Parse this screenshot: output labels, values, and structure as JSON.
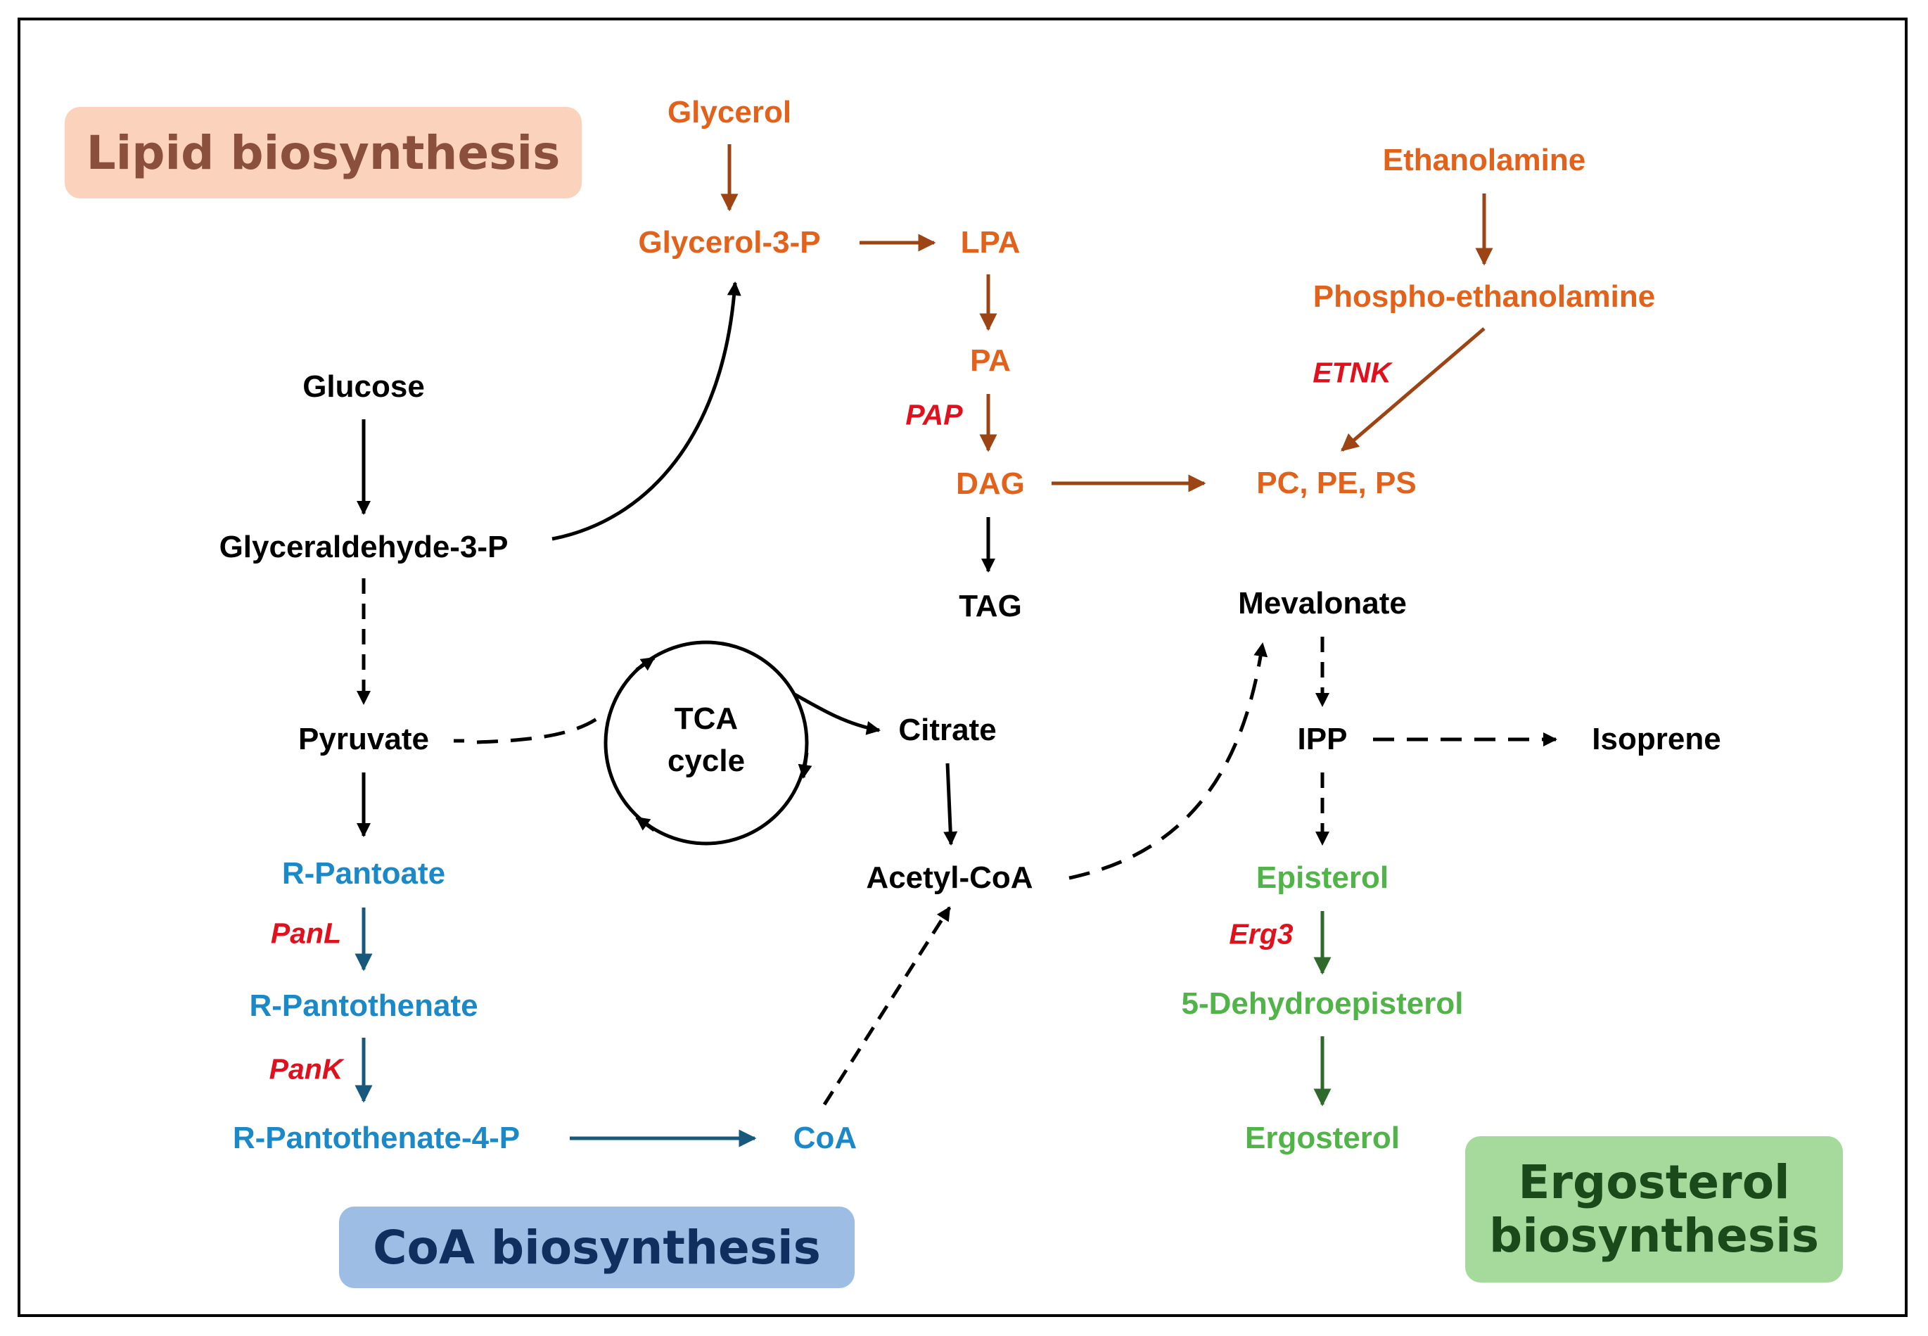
{
  "colors": {
    "lipid_text": "#e2611b",
    "lipid_arrow": "#9c4413",
    "coa_text": "#1b88c8",
    "coa_arrow": "#17587d",
    "ergo_text": "#50b448",
    "ergo_arrow": "#2f6a2c",
    "enzyme": "#e0101c",
    "core": "#000000",
    "lipid_box_bg": "#fbd3bc",
    "lipid_box_text": "#8a4f3d",
    "coa_box_bg": "#9dbde4",
    "coa_box_text": "#102f5e",
    "ergo_box_bg": "#a6d99c",
    "ergo_box_text": "#1a4a1a"
  },
  "boxes": {
    "lipid": "Lipid biosynthesis",
    "coa": "CoA biosynthesis",
    "ergo_line1": "Ergosterol",
    "ergo_line2": "biosynthesis"
  },
  "nodes": {
    "glycerol": "Glycerol",
    "glycerol3p": "Glycerol-3-P",
    "lpa": "LPA",
    "pa": "PA",
    "dag": "DAG",
    "tag": "TAG",
    "ethanolamine": "Ethanolamine",
    "phosphoethanolamine": "Phospho-ethanolamine",
    "pc_pe_ps": "PC, PE, PS",
    "glucose": "Glucose",
    "glyceraldehyde3p": "Glyceraldehyde-3-P",
    "pyruvate": "Pyruvate",
    "tca_line1": "TCA",
    "tca_line2": "cycle",
    "citrate": "Citrate",
    "acetylcoa": "Acetyl-CoA",
    "mevalonate": "Mevalonate",
    "ipp": "IPP",
    "isoprene": "Isoprene",
    "episterol": "Episterol",
    "dehydroepisterol": "5-Dehydroepisterol",
    "ergosterol": "Ergosterol",
    "r_pantoate": "R-Pantoate",
    "r_pantothenate": "R-Pantothenate",
    "r_pantothenate4p": "R-Pantothenate-4-P",
    "coa": "CoA"
  },
  "enzymes": {
    "pap": "PAP",
    "etnk": "ETNK",
    "erg3": "Erg3",
    "panl": "PanL",
    "pank": "PanK"
  }
}
